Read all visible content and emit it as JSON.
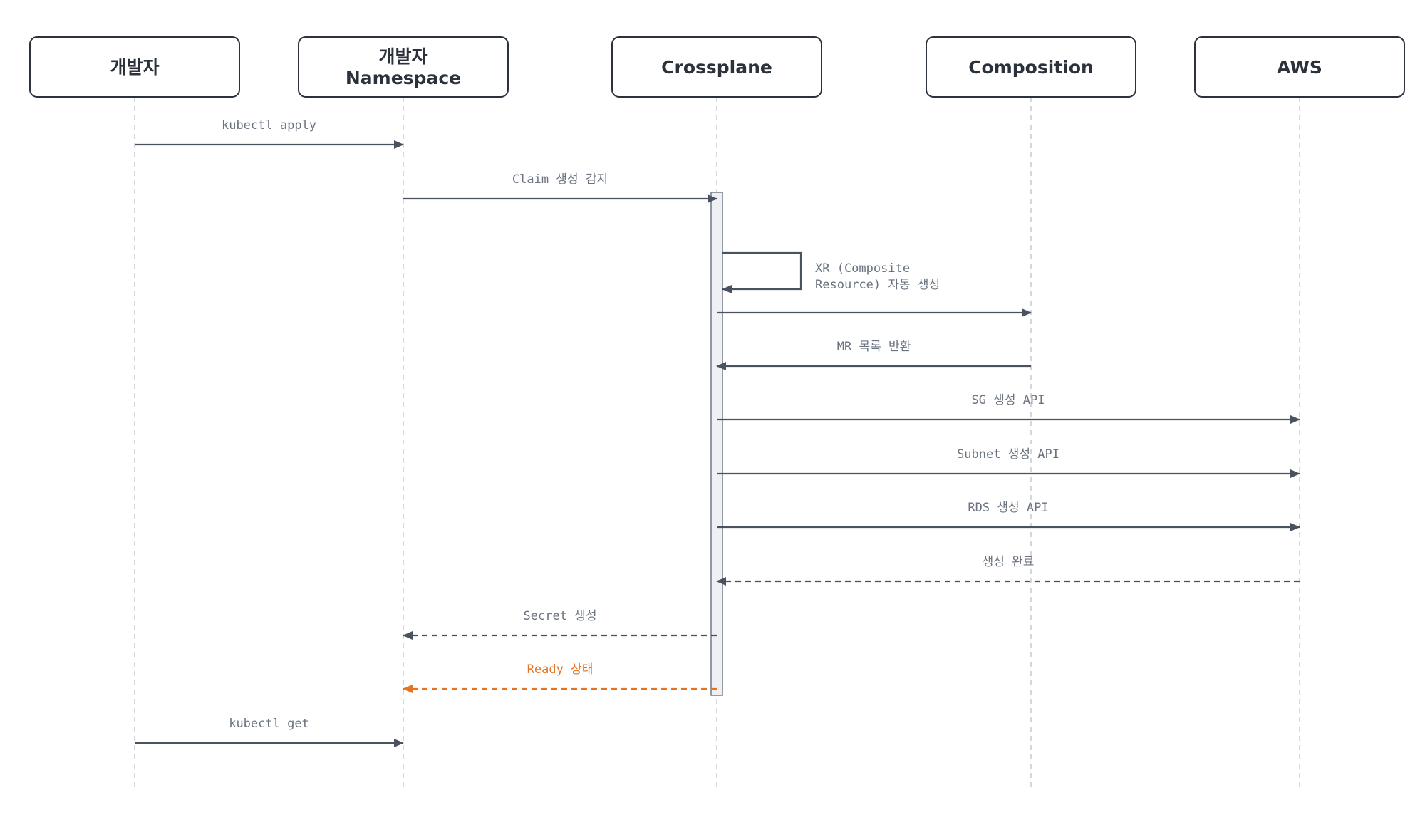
{
  "diagram": {
    "participants": [
      {
        "id": "dev",
        "lines": [
          "개발자"
        ]
      },
      {
        "id": "devns",
        "lines": [
          "개발자",
          "Namespace"
        ]
      },
      {
        "id": "crossplane",
        "lines": [
          "Crossplane"
        ]
      },
      {
        "id": "composition",
        "lines": [
          "Composition"
        ]
      },
      {
        "id": "aws",
        "lines": [
          "AWS"
        ]
      }
    ],
    "messages": [
      {
        "from": "dev",
        "to": "devns",
        "label": [
          "kubectl apply"
        ],
        "style": "solid"
      },
      {
        "from": "devns",
        "to": "crossplane",
        "label": [
          "Claim 생성 감지"
        ],
        "style": "solid"
      },
      {
        "from": "crossplane",
        "to": "crossplane",
        "label": [
          "XR (Composite",
          "Resource) 자동 생성"
        ],
        "style": "solid",
        "self": true
      },
      {
        "from": "crossplane",
        "to": "composition",
        "label": [],
        "style": "solid"
      },
      {
        "from": "composition",
        "to": "crossplane",
        "label": [
          "MR 목록 반환"
        ],
        "style": "solid"
      },
      {
        "from": "crossplane",
        "to": "aws",
        "label": [
          "SG 생성 API"
        ],
        "style": "solid"
      },
      {
        "from": "crossplane",
        "to": "aws",
        "label": [
          "Subnet 생성 API"
        ],
        "style": "solid"
      },
      {
        "from": "crossplane",
        "to": "aws",
        "label": [
          "RDS 생성 API"
        ],
        "style": "solid"
      },
      {
        "from": "aws",
        "to": "crossplane",
        "label": [
          "생성 완료"
        ],
        "style": "dashed"
      },
      {
        "from": "crossplane",
        "to": "devns",
        "label": [
          "Secret 생성"
        ],
        "style": "dashed"
      },
      {
        "from": "crossplane",
        "to": "devns",
        "label": [
          "Ready 상태"
        ],
        "style": "dashed",
        "highlight": true
      },
      {
        "from": "dev",
        "to": "devns",
        "label": [
          "kubectl get"
        ],
        "style": "solid"
      }
    ],
    "colors": {
      "line": "#4a5260",
      "highlight": "#e8731f",
      "label": "#6b7380",
      "box_border": "#2b323b",
      "lifeline": "#c9ced6"
    }
  }
}
